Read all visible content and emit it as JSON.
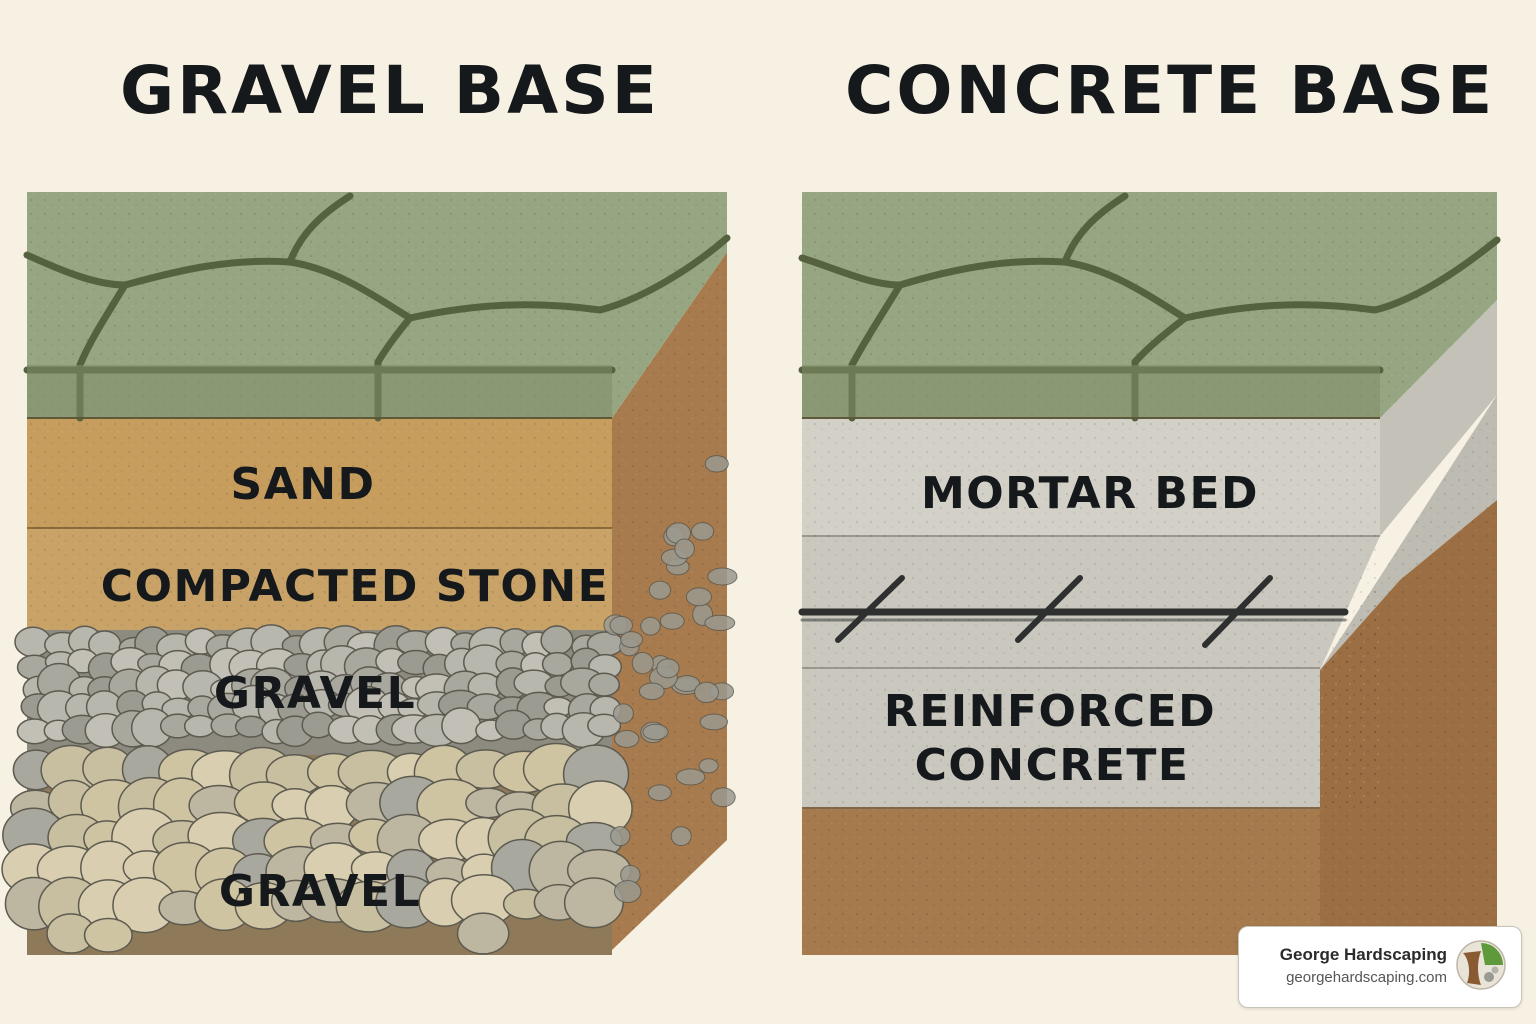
{
  "gravel_base": {
    "title": "GRAVEL BASE",
    "layers": {
      "sand": "SAND",
      "compacted_stone": "COMPACTED STONE",
      "gravel_upper": "GRAVEL",
      "gravel_lower": "GRAVEL"
    }
  },
  "concrete_base": {
    "title": "CONCRETE BASE",
    "layers": {
      "mortar_bed": "MORTAR BED",
      "reinforced_concrete_line1": "REINFORCED",
      "reinforced_concrete_line2": "CONCRETE"
    }
  },
  "brand": {
    "name": "George Hardscaping",
    "url": "georgehardscaping.com",
    "logo_icon": "stone-leaf-logo-icon"
  },
  "colors": {
    "background": "#f7f1e3",
    "paver": "#8f9f7a",
    "sand": "#c9a060",
    "gravel": "#a6a499",
    "mortar": "#cfcdc4",
    "soil": "#a97c4e",
    "text": "#15191b"
  }
}
